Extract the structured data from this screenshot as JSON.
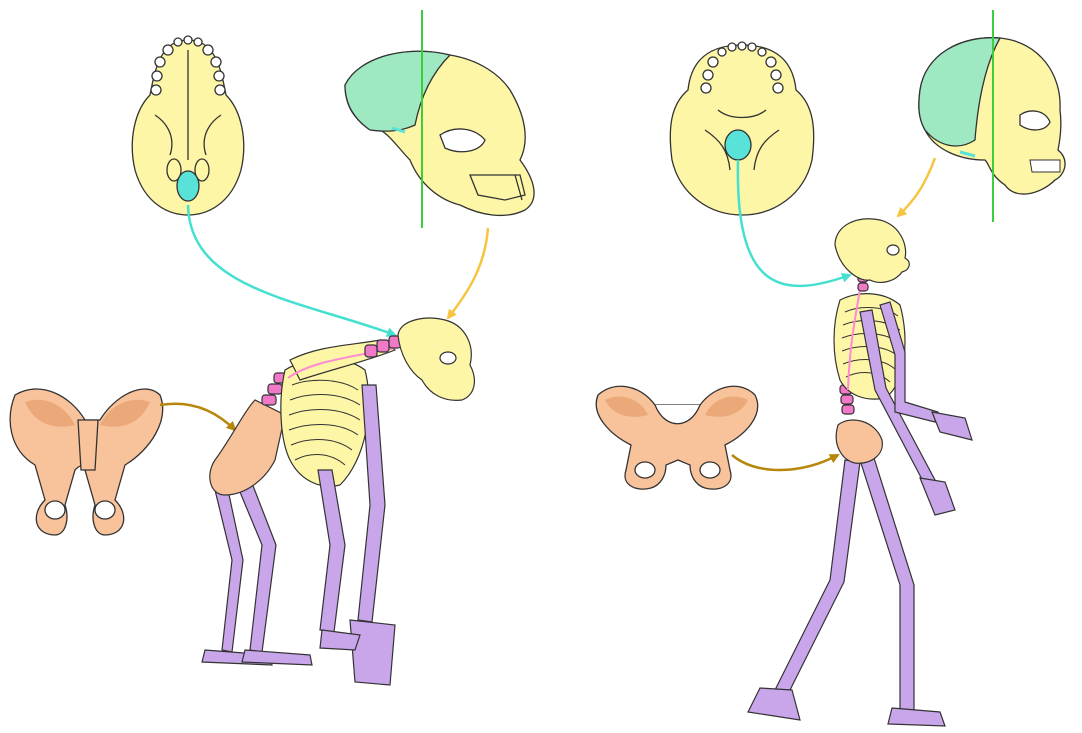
{
  "figure": {
    "subject": "skeleton-comparison",
    "panels": [
      {
        "key": "chimpanzee",
        "parts": [
          "skull-underside",
          "skull-side",
          "pelvis",
          "skeleton"
        ]
      },
      {
        "key": "human",
        "parts": [
          "skull-underside",
          "skull-side",
          "pelvis",
          "skeleton"
        ]
      }
    ]
  },
  "colors": {
    "skull": "#fdf6a7",
    "braincase": "#9ee8c2",
    "foramen_magnum": "#59e2d8",
    "pelvis": "#f8c39a",
    "pelvis_shade": "#eba97a",
    "limbs": "#c9a6ea",
    "spine": "#f07ac7",
    "spine_line": "#ff8ad2",
    "outline": "#333333",
    "arrow_foramen": "#45e0d0",
    "arrow_skull": "#f5c542",
    "arrow_pelvis": "#b8860b",
    "vertical_line": "#3ccf3c"
  }
}
